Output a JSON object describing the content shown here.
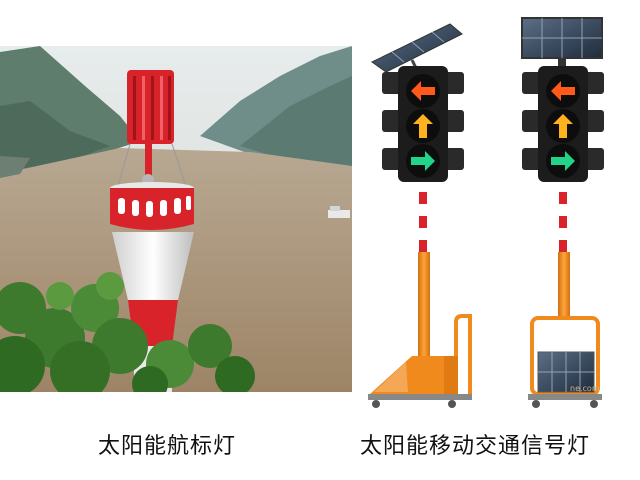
{
  "captions": {
    "left": "太阳能航标灯",
    "right": "太阳能移动交通信号灯"
  },
  "watermark": "ne.com",
  "colors": {
    "beacon_red": "#d9232b",
    "beacon_white": "#f2f2f2",
    "pole_orange": "#f08a1c",
    "lamp_red_arrow": "#ff5a1a",
    "lamp_amber_arrow": "#ffb21e",
    "lamp_green_arrow": "#22d38a",
    "river": "#a9947a",
    "mountains": "#5f7f78",
    "foliage": "#3d7a2d"
  },
  "icons": [
    "left-arrow-signal-icon",
    "up-arrow-signal-icon",
    "right-arrow-signal-icon",
    "solar-panel-icon"
  ]
}
